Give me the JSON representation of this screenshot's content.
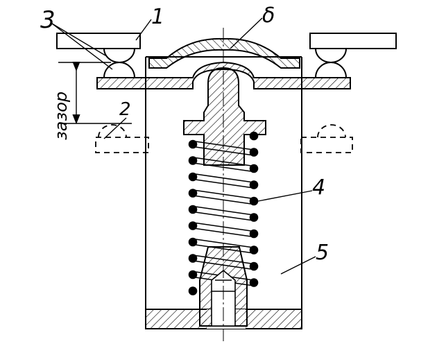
{
  "labels": {
    "n1": "1",
    "n2": "2",
    "n3": "3",
    "n4": "4",
    "n5": "5",
    "delta": "δ",
    "gap": "зазор"
  }
}
